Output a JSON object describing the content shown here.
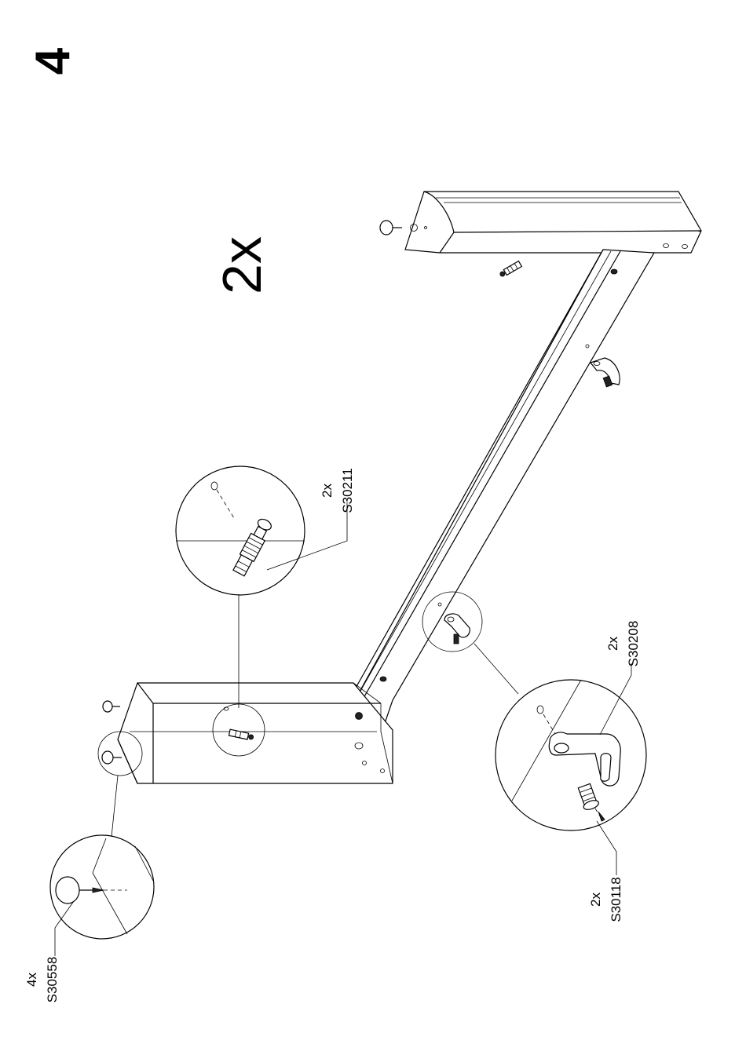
{
  "step": {
    "number": "4"
  },
  "quantity": {
    "text": "2x"
  },
  "callouts": {
    "dowel": {
      "count": "2x",
      "code": "S30211"
    },
    "bracket": {
      "count": "2x",
      "code": "S30208"
    },
    "screw": {
      "count": "2x",
      "code": "S30118"
    },
    "nail_glide": {
      "count": "4x",
      "code": "S30558"
    }
  }
}
